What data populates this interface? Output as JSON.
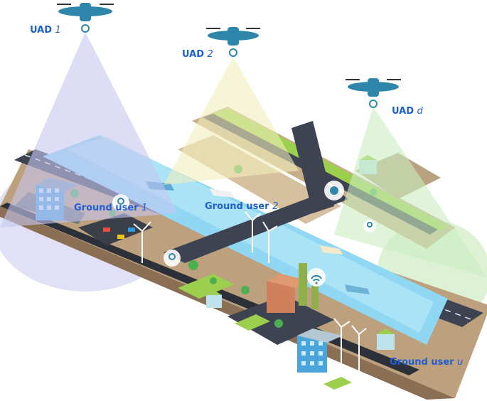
{
  "uads": [
    {
      "name": "UAD",
      "index": "1"
    },
    {
      "name": "UAD",
      "index": "2"
    },
    {
      "name": "UAD",
      "index": "d"
    }
  ],
  "ground_users": [
    {
      "name": "Ground user",
      "index": "1"
    },
    {
      "name": "Ground user",
      "index": "2"
    },
    {
      "name": "Ground user",
      "index": "u"
    }
  ],
  "colors": {
    "label_text": "#1f5fd1",
    "beam_1": "#c7c8f0",
    "beam_2": "#f2efbd",
    "beam_d": "#c9ecc0",
    "drone": "#2e86ab",
    "river": "#8fd7f2",
    "road": "#3d4350",
    "grass": "#9ccf4d",
    "ground": "#c9a985"
  },
  "icons": [
    "drone-icon",
    "wifi-icon",
    "location-pin-icon",
    "wind-turbine-icon",
    "building-icon",
    "tree-icon",
    "car-icon",
    "boat-icon",
    "factory-icon"
  ]
}
